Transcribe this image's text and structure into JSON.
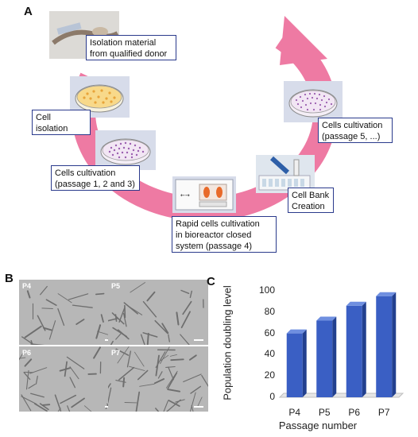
{
  "panels": {
    "a": "A",
    "b": "B",
    "c": "C"
  },
  "cycle": {
    "isolation_material": [
      "Isolation material",
      "from qualified donor"
    ],
    "cell_isolation": [
      "Cell",
      "isolation"
    ],
    "cells_cultivation_early": [
      "Cells cultivation",
      "(passage 1, 2 and 3)"
    ],
    "rapid_cultivation": [
      "Rapid cells cultivation",
      "in bioreactor closed",
      "system (passage 4)"
    ],
    "cell_bank": [
      "Cell Bank",
      "Creation"
    ],
    "cells_cultivation_late": [
      "Cells cultivation",
      "(passage 5, ...)"
    ],
    "arrow_color": "#ee7aa3",
    "box_border_color": "#2a3a8c"
  },
  "microscopy": [
    {
      "label": "P4"
    },
    {
      "label": "P5"
    },
    {
      "label": "P6"
    },
    {
      "label": "P7"
    }
  ],
  "chart_data": {
    "type": "bar",
    "categories": [
      "P4",
      "P5",
      "P6",
      "P7"
    ],
    "values": [
      60,
      72,
      86,
      95
    ],
    "xlabel": "Passage number",
    "ylabel": "Population doubling level",
    "ylim": [
      0,
      100
    ],
    "yticks": [
      "0",
      "20",
      "40",
      "60",
      "80",
      "100"
    ],
    "bar_color": "#3a5fc4",
    "grid": false,
    "legend": "none"
  }
}
